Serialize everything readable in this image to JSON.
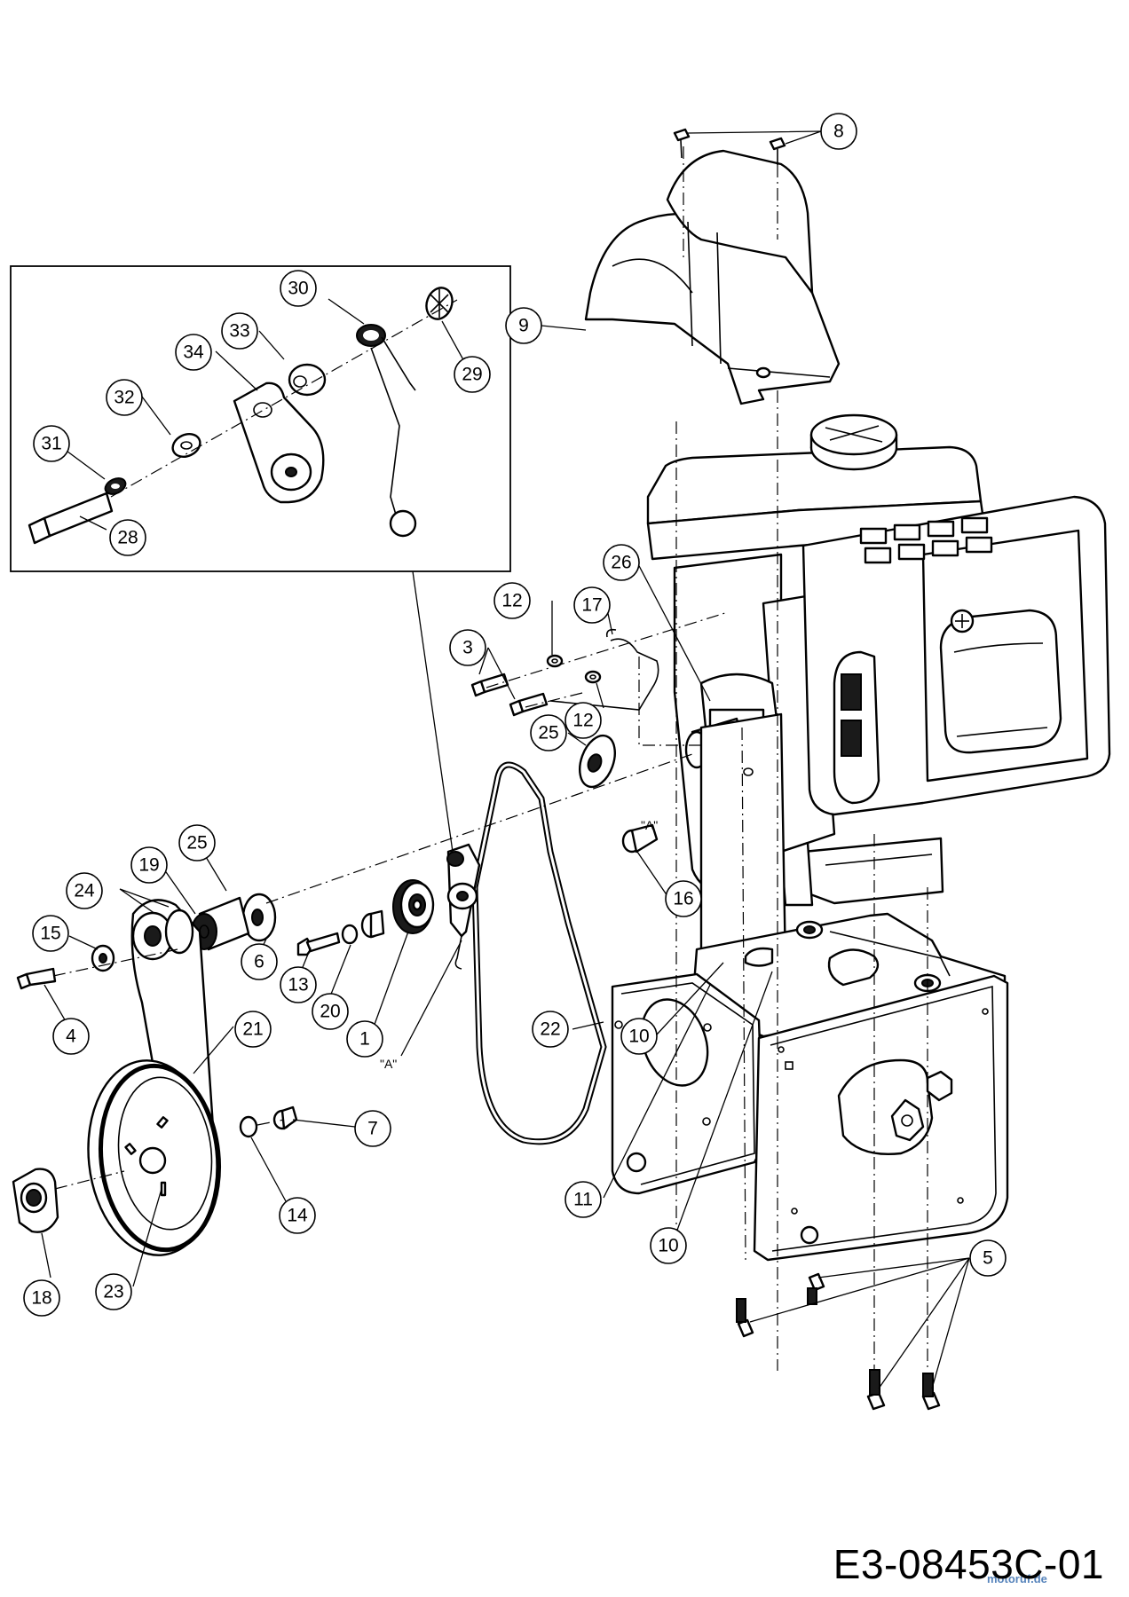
{
  "callouts": [
    {
      "id": "c1",
      "label": "1"
    },
    {
      "id": "c3",
      "label": "3"
    },
    {
      "id": "c4",
      "label": "4"
    },
    {
      "id": "c5",
      "label": "5"
    },
    {
      "id": "c6",
      "label": "6"
    },
    {
      "id": "c7",
      "label": "7"
    },
    {
      "id": "c8",
      "label": "8"
    },
    {
      "id": "c9",
      "label": "9"
    },
    {
      "id": "c10a",
      "label": "10"
    },
    {
      "id": "c10b",
      "label": "10"
    },
    {
      "id": "c11",
      "label": "11"
    },
    {
      "id": "c12a",
      "label": "12"
    },
    {
      "id": "c12b",
      "label": "12"
    },
    {
      "id": "c13",
      "label": "13"
    },
    {
      "id": "c14",
      "label": "14"
    },
    {
      "id": "c15",
      "label": "15"
    },
    {
      "id": "c16",
      "label": "16"
    },
    {
      "id": "c17",
      "label": "17"
    },
    {
      "id": "c18",
      "label": "18"
    },
    {
      "id": "c19",
      "label": "19"
    },
    {
      "id": "c20",
      "label": "20"
    },
    {
      "id": "c21",
      "label": "21"
    },
    {
      "id": "c22",
      "label": "22"
    },
    {
      "id": "c23",
      "label": "23"
    },
    {
      "id": "c24",
      "label": "24"
    },
    {
      "id": "c25a",
      "label": "25"
    },
    {
      "id": "c25b",
      "label": "25"
    },
    {
      "id": "c26",
      "label": "26"
    },
    {
      "id": "c28",
      "label": "28"
    },
    {
      "id": "c29",
      "label": "29"
    },
    {
      "id": "c30",
      "label": "30"
    },
    {
      "id": "c31",
      "label": "31"
    },
    {
      "id": "c32",
      "label": "32"
    },
    {
      "id": "c33",
      "label": "33"
    },
    {
      "id": "c34",
      "label": "34"
    }
  ],
  "references": {
    "a1": "\"A\"",
    "a2": "\"A\""
  },
  "footer": {
    "drawing_code": "E3-08453C-01",
    "watermark": "motoruf.de"
  }
}
